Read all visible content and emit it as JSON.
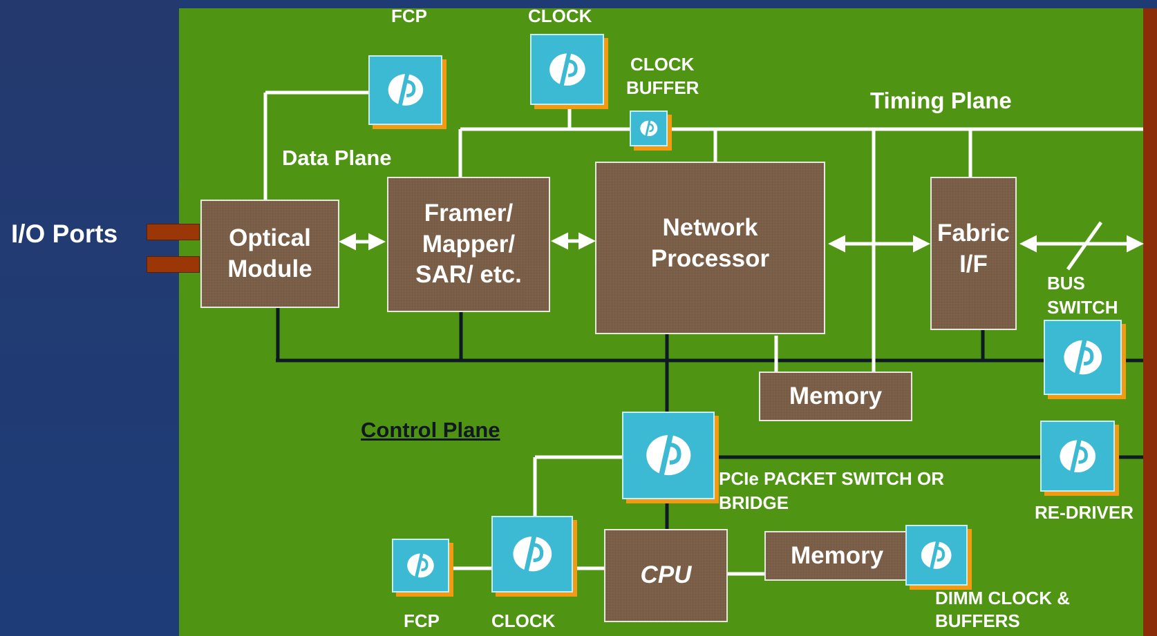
{
  "labels": {
    "io_ports": "I/O Ports",
    "fcp_top": "FCP",
    "clock_top": "CLOCK",
    "clock_buffer_line1": "CLOCK",
    "clock_buffer_line2": "BUFFER",
    "timing_plane": "Timing Plane",
    "data_plane": "Data Plane",
    "control_plane": "Control Plane",
    "bus_switch_line1": "BUS",
    "bus_switch_line2": "SWITCH",
    "pcie_line1": "PCIe PACKET SWITCH OR",
    "pcie_line2": "BRIDGE",
    "re_driver": "RE-DRIVER",
    "dimm_line1": "DIMM CLOCK &",
    "dimm_line2": "BUFFERS",
    "fcp_bottom": "FCP",
    "clock_bottom": "CLOCK"
  },
  "blocks": {
    "optical_line1": "Optical",
    "optical_line2": "Module",
    "framer_line1": "Framer/",
    "framer_line2": "Mapper/",
    "framer_line3": "SAR/ etc.",
    "np_line1": "Network",
    "np_line2": "Processor",
    "fabric_line1": "Fabric",
    "fabric_line2": "I/F",
    "memory_top": "Memory",
    "cpu": "CPU",
    "memory_bottom": "Memory"
  },
  "colors": {
    "background": "#1f3b73",
    "board": "#4f9412",
    "block": "#7b5a47",
    "chip": "#3dbad3",
    "chip_shadow": "#f29b12",
    "port": "#9b3606",
    "timing_wire": "#ffffff",
    "data_bus": "#0d1a24"
  },
  "icons": {
    "chip_logo": "idt-logo-icon",
    "arrow": "double-arrow-icon"
  }
}
